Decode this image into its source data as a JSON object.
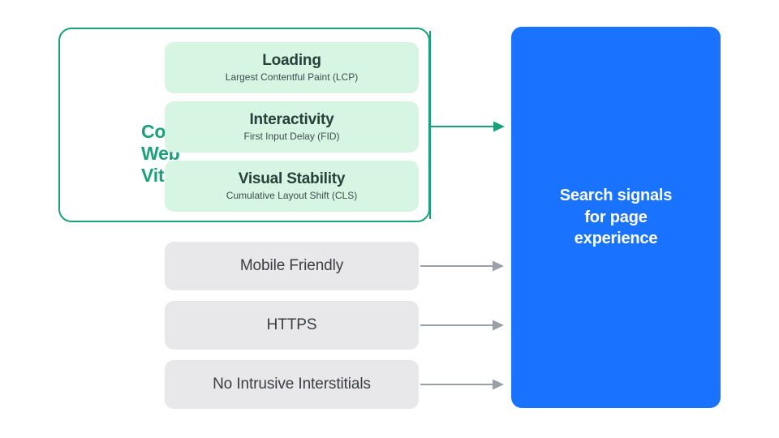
{
  "diagram": {
    "title": "Search signals for page experience",
    "colors": {
      "core_web_vitals_accent": "#1aa179",
      "metric_card_bg": "#d6f5e3",
      "signal_card_bg": "#e8e8ea",
      "destination_bg": "#1a73ff",
      "arrow_green": "#1aa179",
      "arrow_gray": "#9aa0a6",
      "canvas_bg": "#ffffff"
    }
  },
  "core_web_vitals": {
    "group_label": "Core\nWeb\nVitals",
    "group_label_lines": [
      "Core",
      "Web",
      "Vitals"
    ],
    "metrics": [
      {
        "title": "Loading",
        "subtitle": "Largest Contentful Paint (LCP)",
        "abbr": "LCP"
      },
      {
        "title": "Interactivity",
        "subtitle": "First Input Delay (FID)",
        "abbr": "FID"
      },
      {
        "title": "Visual Stability",
        "subtitle": "Cumulative Layout Shift (CLS)",
        "abbr": "CLS"
      }
    ]
  },
  "other_signals": [
    {
      "label": "Mobile Friendly"
    },
    {
      "label": "HTTPS"
    },
    {
      "label": "No Intrusive Interstitials"
    }
  ],
  "destination": {
    "text": "Search signals\nfor page\nexperience"
  },
  "arrows": [
    {
      "from": "core-web-vitals-group",
      "to": "search-signals-panel",
      "color": "#1aa179"
    },
    {
      "from": "mobile-friendly",
      "to": "search-signals-panel",
      "color": "#9aa0a6"
    },
    {
      "from": "https",
      "to": "search-signals-panel",
      "color": "#9aa0a6"
    },
    {
      "from": "no-intrusive-interstitials",
      "to": "search-signals-panel",
      "color": "#9aa0a6"
    }
  ]
}
